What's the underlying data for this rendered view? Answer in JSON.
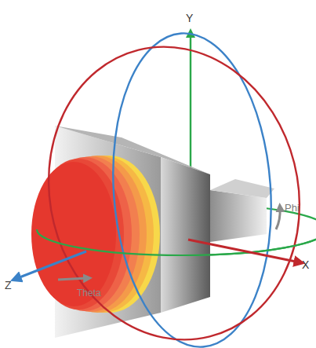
{
  "diagram": {
    "labels": [
      "Y",
      "Phi",
      "Z",
      "Theta",
      "X"
    ]
  }
}
